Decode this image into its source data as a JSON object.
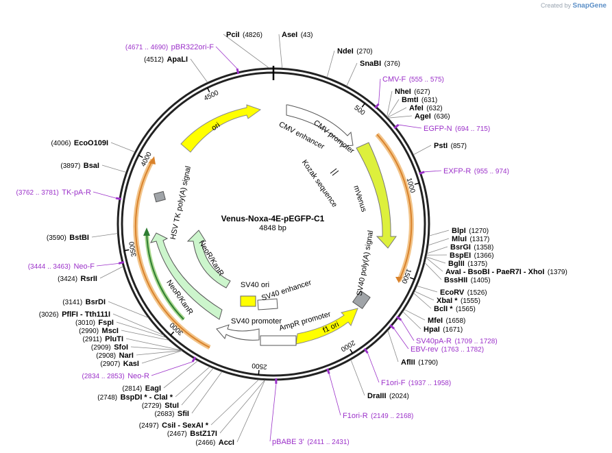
{
  "brand": {
    "prefix": "Created by",
    "name": "SnapGene"
  },
  "plasmid": {
    "name": "Venus-Noxa-4E-pEGFP-C1",
    "size": "4848 bp",
    "length": 4848
  },
  "ticks": [
    "500",
    "1000",
    "1500",
    "2000",
    "2500",
    "3000",
    "3500",
    "4000",
    "4500"
  ],
  "sites": [
    {
      "name": "PciI",
      "pos": "(4826)"
    },
    {
      "name": "AseI",
      "pos": "(43)"
    },
    {
      "name": "NdeI",
      "pos": "(270)"
    },
    {
      "name": "SnaBI",
      "pos": "(376)"
    },
    {
      "name": "NheI",
      "pos": "(627)"
    },
    {
      "name": "BmtI",
      "pos": "(631)"
    },
    {
      "name": "AfeI",
      "pos": "(632)"
    },
    {
      "name": "AgeI",
      "pos": "(636)"
    },
    {
      "name": "PstI",
      "pos": "(857)"
    },
    {
      "name": "BlpI",
      "pos": "(1270)"
    },
    {
      "name": "MluI",
      "pos": "(1317)"
    },
    {
      "name": "BsrGI",
      "pos": "(1358)"
    },
    {
      "name": "BspEI",
      "pos": "(1366)"
    },
    {
      "name": "BglII",
      "pos": "(1375)"
    },
    {
      "name": "AvaI - BsoBI - PaeR7I - XhoI",
      "pos": "(1379)"
    },
    {
      "name": "BssHII",
      "pos": "(1405)"
    },
    {
      "name": "EcoRV",
      "pos": "(1526)"
    },
    {
      "name": "XbaI *",
      "pos": "(1555)"
    },
    {
      "name": "BclI *",
      "pos": "(1565)"
    },
    {
      "name": "MfeI",
      "pos": "(1658)"
    },
    {
      "name": "HpaI",
      "pos": "(1671)"
    },
    {
      "name": "AflII",
      "pos": "(1790)"
    },
    {
      "name": "DraIII",
      "pos": "(2024)"
    },
    {
      "name": "AccI",
      "pos": "(2466)"
    },
    {
      "name": "BstZ17I",
      "pos": "(2467)"
    },
    {
      "name": "CsiI - SexAI *",
      "pos": "(2497)"
    },
    {
      "name": "SfiI",
      "pos": "(2683)"
    },
    {
      "name": "StuI",
      "pos": "(2729)"
    },
    {
      "name": "BspDI * - ClaI *",
      "pos": "(2748)"
    },
    {
      "name": "EagI",
      "pos": "(2814)"
    },
    {
      "name": "KasI",
      "pos": "(2907)"
    },
    {
      "name": "NarI",
      "pos": "(2908)"
    },
    {
      "name": "SfoI",
      "pos": "(2909)"
    },
    {
      "name": "PluTI",
      "pos": "(2911)"
    },
    {
      "name": "MscI",
      "pos": "(2990)"
    },
    {
      "name": "FspI",
      "pos": "(3010)"
    },
    {
      "name": "PflFI - Tth111I",
      "pos": "(3026)"
    },
    {
      "name": "BsrDI",
      "pos": "(3141)"
    },
    {
      "name": "RsrII",
      "pos": "(3424)"
    },
    {
      "name": "BstBI",
      "pos": "(3590)"
    },
    {
      "name": "BsaI",
      "pos": "(3897)"
    },
    {
      "name": "EcoO109I",
      "pos": "(4006)"
    },
    {
      "name": "ApaLI",
      "pos": "(4512)"
    }
  ],
  "primers": [
    {
      "name": "pBR322ori-F",
      "range": "(4671 .. 4690)"
    },
    {
      "name": "CMV-F",
      "range": "(555 .. 575)"
    },
    {
      "name": "EGFP-N",
      "range": "(694 .. 715)"
    },
    {
      "name": "EXFP-R",
      "range": "(955 .. 974)"
    },
    {
      "name": "SV40pA-R",
      "range": "(1709 .. 1728)"
    },
    {
      "name": "EBV-rev",
      "range": "(1763 .. 1782)"
    },
    {
      "name": "F1ori-F",
      "range": "(1937 .. 1958)"
    },
    {
      "name": "F1ori-R",
      "range": "(2149 .. 2168)"
    },
    {
      "name": "pBABE 3'",
      "range": "(2411 .. 2431)"
    },
    {
      "name": "Neo-R",
      "range": "(2834 .. 2853)"
    },
    {
      "name": "Neo-F",
      "range": "(3444 .. 3463)"
    },
    {
      "name": "TK-pA-R",
      "range": "(3762 .. 3781)"
    }
  ],
  "features": [
    {
      "name": "CMV enhancer",
      "color": "#ffffff"
    },
    {
      "name": "CMV promoter",
      "color": "#ffffff"
    },
    {
      "name": "Kozak sequence",
      "color": "#ffffff"
    },
    {
      "name": "mVenus",
      "color": "#ddf03c"
    },
    {
      "name": "SV40 poly(A) signal",
      "color": "#a0a4a8"
    },
    {
      "name": "f1 ori",
      "color": "#ffff00"
    },
    {
      "name": "AmpR promoter",
      "color": "#ffffff"
    },
    {
      "name": "SV40 promoter",
      "color": "#ffffff"
    },
    {
      "name": "SV40 ori",
      "color": "#ffff00"
    },
    {
      "name": "SV40 enhancer",
      "color": "#ffffff"
    },
    {
      "name": "NeoR/KanR",
      "color": "#ccf5cc"
    },
    {
      "name": "HSV TK poly(A) signal",
      "color": "#a0a4a8"
    },
    {
      "name": "ori",
      "color": "#ffff00"
    }
  ]
}
